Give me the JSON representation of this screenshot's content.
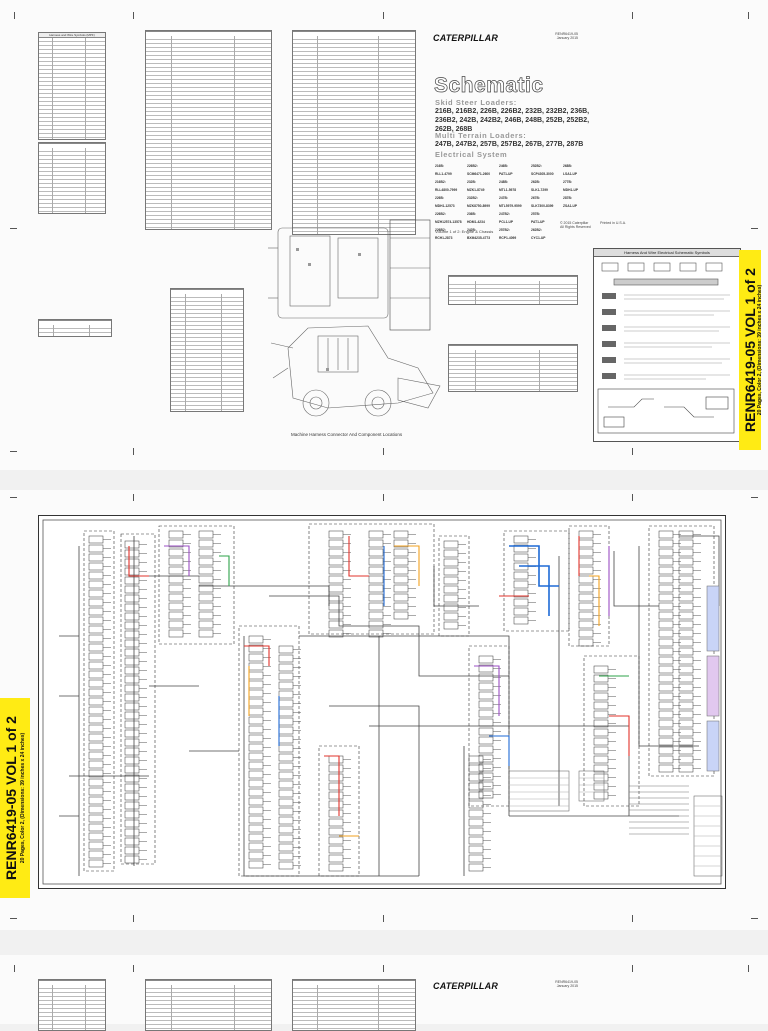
{
  "sheet_top": {
    "brand": "CATERPILLAR",
    "doc_meta": [
      "RENR6419-05",
      "January 2015"
    ],
    "title": "Schematic",
    "skid_heading": "Skid Steer Loaders:",
    "skid_models": [
      "216B, 216B2, 226B, 226B2, 232B, 232B2, 236B,",
      "236B2, 242B, 242B2, 246B, 248B, 252B, 252B2,",
      "262B, 268B"
    ],
    "mtl_heading": "Multi Terrain Loaders:",
    "mtl_models": [
      "247B, 247B2, 257B, 257B2, 267B, 277B, 287B"
    ],
    "system": "Electrical System",
    "serials": [
      "216B:",
      "226B2:",
      "246B:",
      "252B2:",
      "268B:",
      "RLL1-4799",
      "SCM6471-2600",
      "PAT1-UP",
      "SCP4305-3000",
      "LSA1-UP",
      "216B2:",
      "232B:",
      "248B:",
      "262B:",
      "277B:",
      "RLL4800-7999",
      "MZK1-8749",
      "MTL1-5978",
      "SLK1-7299",
      "MDH1-UP",
      "226B:",
      "232B2:",
      "247B:",
      "267B:",
      "287B:",
      "MDH1-12573",
      "MZK8750-8999",
      "MTL5979-9599",
      "SLK7300-8399",
      "ZSA1-UP",
      "226B2:",
      "236B:",
      "247B2:",
      "257B:",
      "",
      "MZH12574-13578",
      "HDM1-4234",
      "PCL1-UP",
      "PAT1-UP",
      "",
      "226B2:",
      "242B:",
      "257B2:",
      "262B2:",
      "",
      "RCH1-2873",
      "BXM4235-4773",
      "RCP1-4099",
      "CYC1-UP",
      ""
    ],
    "volume": "Volume 1 of 2: Engine & Chassis",
    "copyright": [
      "© 2015 Caterpillar",
      "All Rights Reserved"
    ],
    "printed": "Printed in U.S.A.",
    "caption": "Machine Harness Connector And Component Locations",
    "symbols_title": "Harness And Wire Electrical Schematic Symbols",
    "tables": {
      "t1": "Harness and Wire Symbols (MPF)",
      "t2": "",
      "t3": "",
      "t4": "",
      "t5": ""
    }
  },
  "banners": {
    "right_main": "RENR6419-05 VOL 1 of 2",
    "right_sub": "20 Pages, Color 2, (Dimensions: 39 inches x 24 inches)",
    "left_main": "RENR6419-05 VOL 1 of 2",
    "left_sub": "20 Pages, Color 2, (Dimensions: 39 inches x 24 inches)"
  },
  "sheet_bottom": {
    "brand": "CATERPILLAR",
    "doc_meta": [
      "RENR6419-05",
      "January 2015"
    ]
  },
  "colors": {
    "banner": "#ffeb14",
    "wire_blue": "#1e6ad6",
    "wire_red": "#e2332b",
    "wire_orange": "#f2a11f",
    "wire_purple": "#9b4fc4",
    "wire_green": "#2ea34a"
  }
}
